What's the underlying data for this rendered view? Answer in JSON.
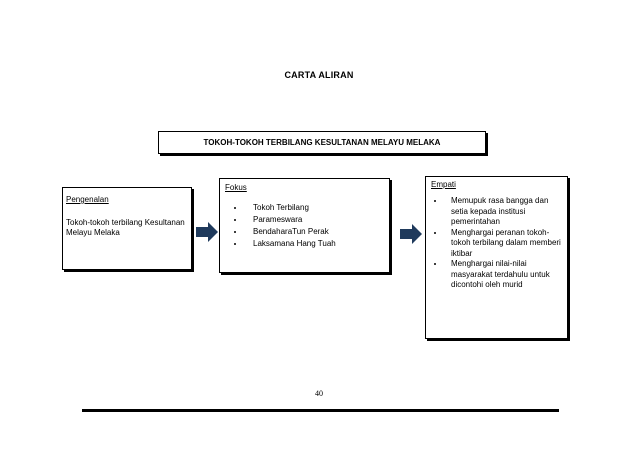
{
  "title": "CARTA ALIRAN",
  "top_box": {
    "label": "TOKOH-TOKOH TERBILANG KESULTANAN MELAYU MELAKA"
  },
  "pengenalan": {
    "heading": "Pengenalan",
    "body": "Tokoh-tokoh terbilang Kesultanan Melayu Melaka"
  },
  "fokus": {
    "heading": "Fokus",
    "items": [
      "Tokoh Terbilang",
      "Parameswara",
      "BendaharaTun Perak",
      "Laksamana Hang Tuah"
    ]
  },
  "empati": {
    "heading": "Empati",
    "items": [
      "Memupuk rasa bangga dan setia kepada institusi pemerintahan",
      "Menghargai peranan tokoh-tokoh terbilang dalam memberi iktibar",
      "Menghargai nilai-nilai masyarakat terdahulu untuk dicontohi oleh murid"
    ]
  },
  "arrow_color": "#1f3a5c",
  "page_number": "40"
}
